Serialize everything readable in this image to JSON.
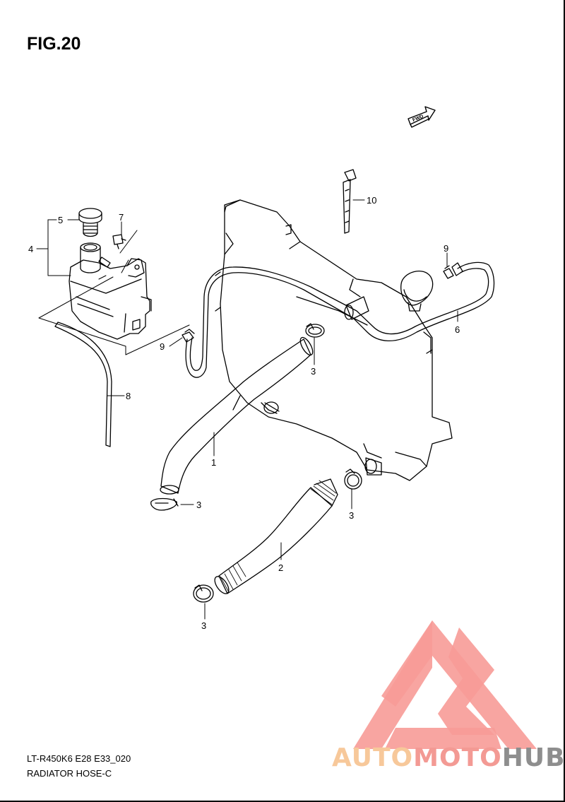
{
  "figure": {
    "title": "FIG.20",
    "footer_code": "LT-R450K6 E28 E33_020",
    "footer_name": "RADIATOR HOSE-C"
  },
  "fwd_label": "FWD",
  "callouts": [
    "5",
    "4",
    "7",
    "9",
    "8",
    "10",
    "9",
    "6",
    "3",
    "1",
    "3",
    "3",
    "2",
    "3"
  ],
  "watermark": {
    "part1": "AUTO",
    "part2": "MOTO",
    "part3": "HUB",
    "colors": {
      "triangle": "#f79b97",
      "auto": "#f7c89a",
      "moto": "#f39a94",
      "hub": "#8e8e8e"
    }
  }
}
